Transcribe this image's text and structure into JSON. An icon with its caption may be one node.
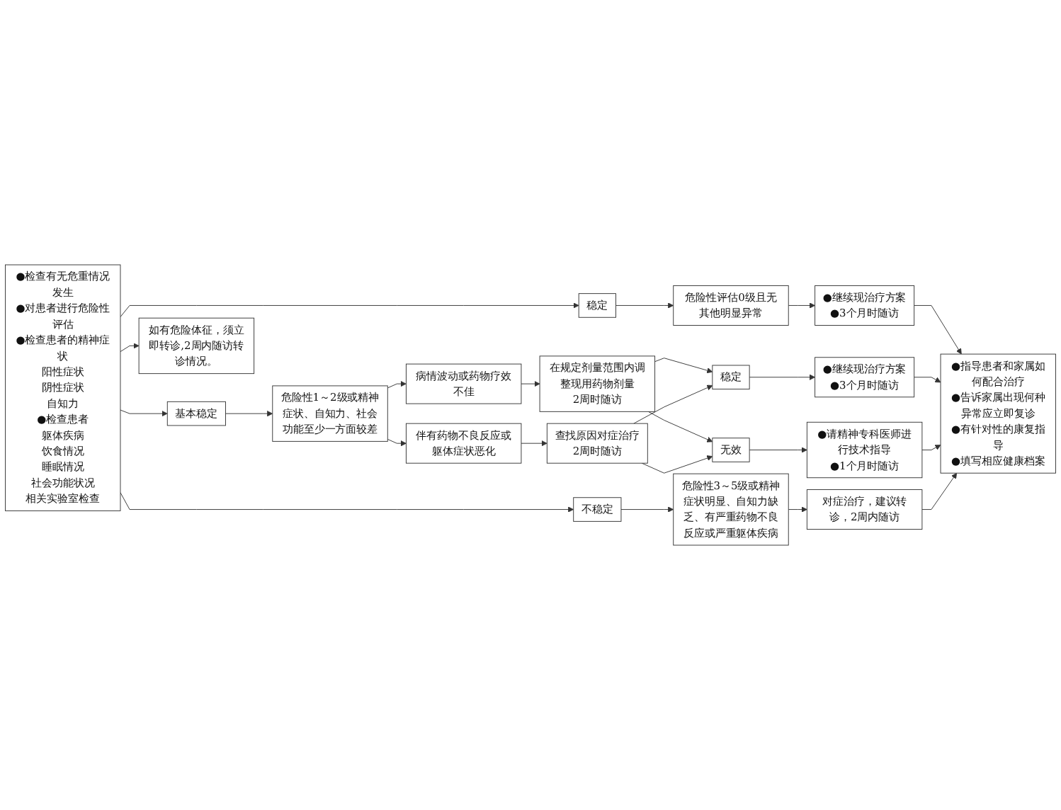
{
  "diagram": {
    "nodes": [
      {
        "text": [
          "●检查有无危重情况发生",
          "●对患者进行危险性评估",
          "●检查患者的精神症状",
          "阳性症状",
          "阴性症状",
          "自知力",
          "●检查患者",
          "躯体疾病",
          "饮食情况",
          "睡眠情况",
          "社会功能状况",
          "相关实验室检查"
        ]
      },
      {
        "text": [
          "稳定"
        ]
      },
      {
        "text": [
          "危险性评估0级且无其他明显异常"
        ]
      },
      {
        "text": [
          "●继续现治疗方案",
          "●3个月时随访"
        ]
      },
      {
        "text": [
          "基本稳定"
        ]
      },
      {
        "text": [
          "危险性1～2级或精神症状、自知力、社会功能至少一方面较差"
        ]
      },
      {
        "text": [
          "病情波动或药物疗效不佳"
        ]
      },
      {
        "text": [
          "在规定剂量范围内调整现用药物剂量",
          "2周时随访"
        ]
      },
      {
        "text": [
          "伴有药物不良反应或躯体症状恶化"
        ]
      },
      {
        "text": [
          "查找原因对症治疗",
          "2周时随访"
        ]
      },
      {
        "text": [
          "稳定"
        ]
      },
      {
        "text": [
          "●继续现治疗方案",
          "●3个月时随访"
        ]
      },
      {
        "text": [
          "无效"
        ]
      },
      {
        "text": [
          "●请精神专科医师进行技术指导",
          "●1个月时随访"
        ]
      },
      {
        "text": [
          "●指导患者和家属如何配合治疗",
          "●告诉家属出现何种异常应立即复诊",
          "●有针对性的康复指导",
          "●填写相应健康档案"
        ]
      },
      {
        "text": [
          "不稳定"
        ]
      },
      {
        "text": [
          "危险性3～5级或精神症状明显、自知力缺乏、有严重药物不良反应或严重躯体疾病"
        ]
      },
      {
        "text": [
          "对症治疗，建议转诊，2周内随访"
        ]
      },
      {
        "text": [
          "如有危险体征，须立即转诊,2周内随访转诊情况。"
        ]
      }
    ],
    "edges": [
      {
        "from": 0,
        "to": 1,
        "arrow": "to"
      },
      {
        "from": 0,
        "to": 4,
        "arrow": "to"
      },
      {
        "from": 0,
        "to": 15,
        "arrow": "to"
      },
      {
        "from": 0,
        "to": 18,
        "arrow": "to"
      },
      {
        "from": 1,
        "to": 2,
        "arrow": "to"
      },
      {
        "from": 2,
        "to": 3,
        "arrow": "to"
      },
      {
        "from": 3,
        "to": 14,
        "arrow": "to"
      },
      {
        "from": 4,
        "to": 5,
        "arrow": "to"
      },
      {
        "from": 5,
        "to": 6,
        "arrow": "to"
      },
      {
        "from": 5,
        "to": 8,
        "arrow": "to"
      },
      {
        "from": 6,
        "to": 7,
        "arrow": "to"
      },
      {
        "from": 8,
        "to": 9,
        "arrow": "to"
      },
      {
        "from": 7,
        "to": 10,
        "arrow": "to"
      },
      {
        "from": 7,
        "to": 12,
        "arrow": "to"
      },
      {
        "from": 9,
        "to": 10,
        "arrow": "to"
      },
      {
        "from": 9,
        "to": 12,
        "arrow": "to"
      },
      {
        "from": 10,
        "to": 11,
        "arrow": "to"
      },
      {
        "from": 11,
        "to": 14,
        "arrow": "to"
      },
      {
        "from": 12,
        "to": 13,
        "arrow": "to"
      },
      {
        "from": 13,
        "to": 14,
        "arrow": "to"
      },
      {
        "from": 15,
        "to": 16,
        "arrow": "to"
      },
      {
        "from": 16,
        "to": 17,
        "arrow": "to"
      },
      {
        "from": 17,
        "to": 14,
        "arrow": "to"
      }
    ]
  }
}
